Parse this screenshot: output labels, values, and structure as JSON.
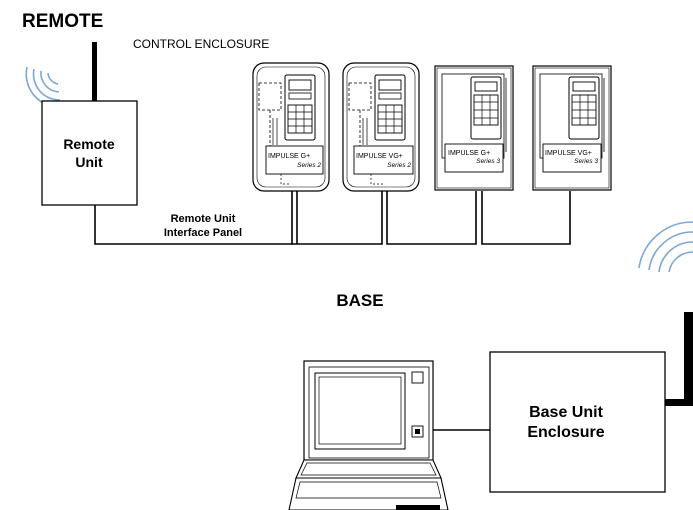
{
  "labels": {
    "remote_title": "REMOTE",
    "control_enclosure": "CONTROL ENCLOSURE",
    "remote_unit_line1": "Remote",
    "remote_unit_line2": "Unit",
    "interface_line1": "Remote Unit",
    "interface_line2": "Interface Panel",
    "base_title": "BASE",
    "base_unit_line1": "Base Unit",
    "base_unit_line2": "Enclosure"
  },
  "drives": [
    {
      "model": "IMPULSE G+",
      "series": "Series 2"
    },
    {
      "model": "IMPULSE VG+",
      "series": "Series 2"
    },
    {
      "model": "IMPULSE G+",
      "series": "Series 3"
    },
    {
      "model": "IMPULSE VG+",
      "series": "Series 3"
    }
  ],
  "colors": {
    "line": "#000000",
    "wave": "#7da6d8",
    "fill": "#ffffff"
  },
  "icons": [
    "wireless-signal-icon",
    "antenna-icon",
    "laptop-icon",
    "drive-keypad-icon"
  ]
}
